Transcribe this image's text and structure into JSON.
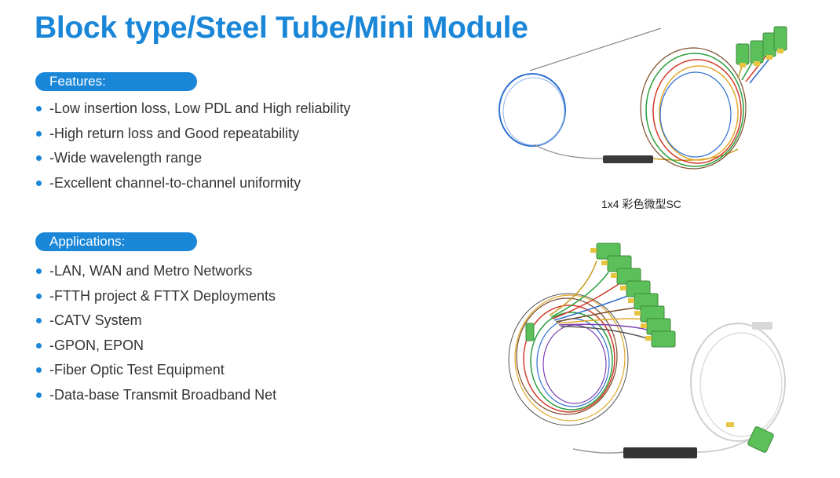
{
  "title": "Block type/Steel Tube/Mini Module",
  "features": {
    "label": "Features:",
    "items": [
      "-Low insertion loss, Low PDL and High reliability",
      "-High return loss and Good repeatability",
      "-Wide wavelength range",
      "-Excellent channel-to-channel uniformity"
    ]
  },
  "applications": {
    "label": "Applications:",
    "items": [
      "-LAN, WAN and Metro Networks",
      "-FTTH project & FTTX Deployments",
      "-CATV System",
      "-GPON, EPON",
      "-Fiber Optic Test Equipment",
      "-Data-base Transmit Broadband Net"
    ]
  },
  "image_caption": "1x4 彩色微型SC",
  "colors": {
    "accent": "#1a86d8",
    "connector_green": "#5cc05a"
  }
}
